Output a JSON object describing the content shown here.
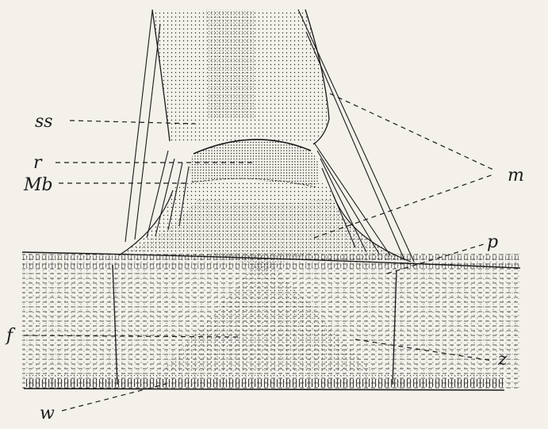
{
  "figure": {
    "labels": {
      "ss": "ss",
      "r": "r",
      "Mb": "Mb",
      "m": "m",
      "p": "p",
      "f": "f",
      "z": "z",
      "w": "w"
    },
    "colors": {
      "background": "#f3f1ea",
      "ink": "#1a1a1a"
    }
  }
}
